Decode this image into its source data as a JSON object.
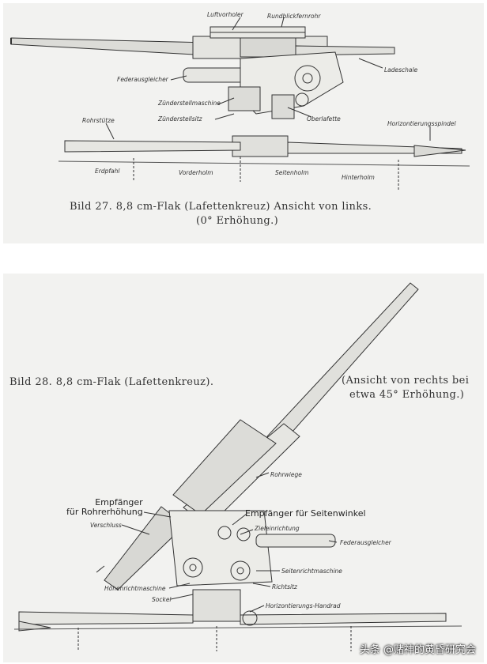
{
  "figure1": {
    "caption_line1": "Bild 27. 8,8 cm-Flak (Lafettenkreuz) Ansicht von links.",
    "caption_line2": "(0° Erhöhung.)",
    "labels": {
      "luftvorholer": "Luftvorholer",
      "rundblickfernrohr": "Rundblickfernrohr",
      "ladeschale": "Ladeschale",
      "federausgleicher": "Federausgleicher",
      "zuenderstellmaschine": "Zünderstellmaschine",
      "zuenderstellsitz": "Zünderstellsitz",
      "oberlafette": "Oberlafette",
      "rohrstuetze": "Rohrstütze",
      "horizontierungsspindel": "Horizontierungsspindel",
      "erdpfahl": "Erdpfahl",
      "vorderholm": "Vorderholm",
      "seitenholm": "Seitenholm",
      "hinterholm": "Hinterholm"
    }
  },
  "figure2": {
    "caption_left": "Bild 28. 8,8 cm-Flak (Lafettenkreuz).",
    "caption_right_line1": "(Ansicht von rechts bei",
    "caption_right_line2": "etwa 45° Erhöhung.)",
    "labels": {
      "rohrwiege": "Rohrwiege",
      "empfaenger_rohrerhoehung": "Empfänger\nfür Rohrerhöhung",
      "empfaenger_seitenwinkel": "Empfänger für Seitenwinkel",
      "verschluss": "Verschluss",
      "zieleinrichtung": "Zieleinrichtung",
      "federausgleicher": "Federausgleicher",
      "seitenrichtmaschine": "Seitenrichtmaschine",
      "hoehenrichtmaschine": "Höhenrichtmaschine",
      "richtsitz": "Richtsitz",
      "sockel": "Sockel",
      "horizontierungs_handrad": "Horizontierungs-Handrad"
    }
  },
  "watermark": "头条 @赌神的黄昏研究会"
}
